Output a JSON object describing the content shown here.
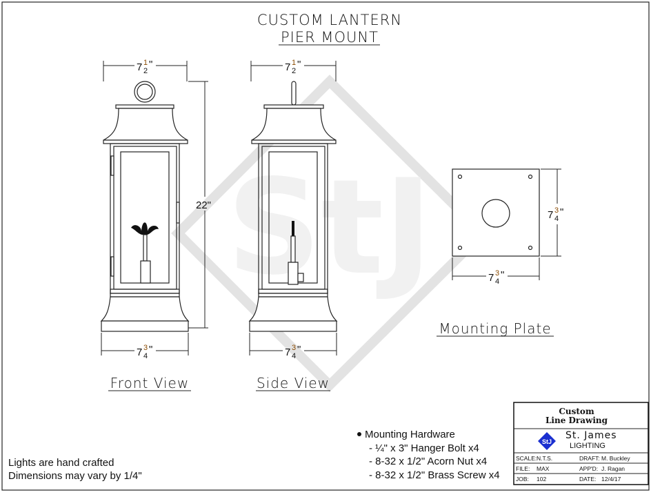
{
  "title": {
    "line1": "CUSTOM LANTERN",
    "line2": "PIER MOUNT"
  },
  "views": {
    "front": {
      "label": "Front View",
      "top_dim": {
        "whole": "7",
        "num": "1",
        "den": "2",
        "unit": "\""
      },
      "height_dim": "22\"",
      "bottom_dim": {
        "whole": "7",
        "num": "3",
        "den": "4",
        "unit": "\""
      }
    },
    "side": {
      "label": "Side View",
      "top_dim": {
        "whole": "7",
        "num": "1",
        "den": "2",
        "unit": "\""
      },
      "bottom_dim": {
        "whole": "7",
        "num": "3",
        "den": "4",
        "unit": "\""
      }
    },
    "plate": {
      "label": "Mounting Plate",
      "side_dim": {
        "whole": "7",
        "num": "3",
        "den": "4",
        "unit": "\""
      },
      "bottom_dim": {
        "whole": "7",
        "num": "3",
        "den": "4",
        "unit": "\""
      }
    }
  },
  "watermark": "StJ",
  "notes": {
    "line1": "Lights are hand crafted",
    "line2": "Dimensions may vary by 1/4\""
  },
  "hardware": {
    "heading": "Mounting Hardware",
    "items": [
      "- ¼\" x 3\" Hanger Bolt x4",
      "- 8-32 x 1/2\" Acorn Nut x4",
      "- 8-32 x 1/2\" Brass Screw x4"
    ]
  },
  "title_block": {
    "heading1": "Custom",
    "heading2": "Line Drawing",
    "logo_text": "StJ",
    "company1": "St. James",
    "company2": "LIGHTING",
    "scale_label": "SCALE:",
    "scale": "N.T.S.",
    "draft_label": "DRAFT:",
    "draft": "M. Buckley",
    "file_label": "FILE:",
    "file": "MAX",
    "approved_label": "APP'D:",
    "approved": "J. Ragan",
    "job_label": "JOB:",
    "job": "102",
    "date_label": "DATE:",
    "date": "12/4/17",
    "logo_color": "#1a2fd0"
  }
}
